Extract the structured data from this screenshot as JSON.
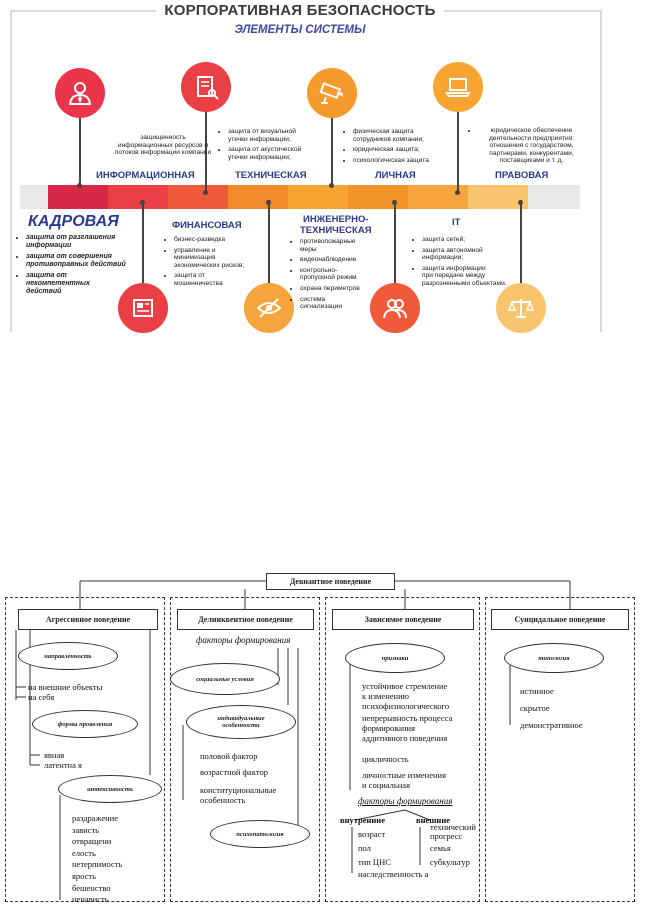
{
  "infographic": {
    "title": "КОРПОРАТИВНАЯ БЕЗОПАСНОСТЬ",
    "subtitle": "ЭЛЕМЕНТЫ СИСТЕМЫ",
    "band_colors": [
      "#e8e8e8",
      "#d7284a",
      "#ea3f45",
      "#ef5a3a",
      "#f28a2c",
      "#f7a531",
      "#f2932a",
      "#f5a53b",
      "#f8c56c",
      "#e8e8e8"
    ],
    "top_circles": [
      {
        "icon": "user-icon",
        "color": "#e8354a"
      },
      {
        "icon": "document-key-icon",
        "color": "#ea3f45"
      },
      {
        "icon": "camera-icon",
        "color": "#f59a2d"
      },
      {
        "icon": "laptop-icon",
        "color": "#f7a531"
      }
    ],
    "bottom_circles": [
      {
        "icon": "newspaper-icon",
        "color": "#ea3f45"
      },
      {
        "icon": "eye-crossed-icon",
        "color": "#f5a53b"
      },
      {
        "icon": "people-icon",
        "color": "#ef5a3a"
      },
      {
        "icon": "scales-icon",
        "color": "#f8c56c"
      }
    ],
    "categories": {
      "informational": "ИНФОРМАЦИОННАЯ",
      "technical": "ТЕХНИЧЕСКАЯ",
      "personal": "ЛИЧНАЯ",
      "legal": "ПРАВОВАЯ",
      "financial": "ФИНАНСОВАЯ",
      "engineering": "ИНЖЕНЕРНО-\nТЕХНИЧЕСКАЯ",
      "it": "IT",
      "personnel": "КАДРОВАЯ"
    },
    "notes": {
      "informational": "защищенность\nинформационных ресурсов и\nпотоков информации компании",
      "technical": [
        "защита от визуальной\nутечки информации;",
        "защита от акустической\nутечки информации;"
      ],
      "personal": [
        "физическая защита\nсотрудников компании;",
        "юридическая защита;",
        "психологическая защита"
      ],
      "legal": [
        "юридическое обеспечение\nдеятельности предприятия:\nотношения с государством,\nпартнерами, конкурентами,\nпоставщиками и т. д."
      ],
      "personnel": [
        "защита от разглашения\nинформации",
        "защита от совершения\nпротивоправных действий",
        "защита от\nнекомпетентных действий"
      ],
      "financial": [
        "бизнес-разведка",
        "управление и\nминимизация\nэкономических рисков;",
        "защита от\nмошенничества"
      ],
      "engineering": [
        "противопожарные\nмеры",
        "видеонаблюдение",
        "контрольно-\nпропускной режим",
        "охрана периметров",
        "система\nсигнализации"
      ],
      "it": [
        "защита сетей;",
        "защита автономной\nинформации;",
        "защита информации\nпри передаче между\nразрозненными объектами."
      ]
    }
  },
  "diagram": {
    "root": "Девиантное поведение",
    "columns": [
      {
        "title": "Агрессивное поведение",
        "groups": [
          {
            "label": "направленность",
            "items": [
              "на внешние объекты",
              "на себя"
            ]
          },
          {
            "label": "формы проявления",
            "items": [
              "явная",
              "латентна я"
            ]
          },
          {
            "label": "интенсивность",
            "items": [
              "раздражение",
              "зависть",
              "отвращени",
              " елость",
              "нетерпимость",
              "ярость",
              "бешенство",
              "ненависть"
            ]
          }
        ]
      },
      {
        "title": "Делинквентное поведение",
        "subtitle": "факторы формирования",
        "groups": [
          {
            "label": "социальные условия"
          },
          {
            "label": "индивидуальные\nособенности",
            "items": [
              "половой фактор",
              "возрастной фактор",
              "конституциональные\nособенность"
            ]
          },
          {
            "label": "психопатология"
          }
        ]
      },
      {
        "title": "Зависимое поведение",
        "groups": [
          {
            "label": "признаки",
            "items": [
              "устойчивое стремление\nк изменению\nпсихофизиологического",
              "непрерывность процесса\nформирования\nаддитивного поведения",
              "цикличность",
              "личностные изменения\nи социальная"
            ]
          }
        ],
        "factors_title": "факторы формирования",
        "internal_label": "внутрениие",
        "external_label": "внешние",
        "internal": [
          "возраст",
          "пол",
          "тип ЦНС",
          "наследственность а"
        ],
        "external": [
          "технический\nпрогресс",
          "семья",
          "субкультур"
        ]
      },
      {
        "title": "Суицидальное поведение",
        "groups": [
          {
            "label": "типология",
            "items": [
              "истинное",
              "скрытое",
              "демонстративное"
            ]
          }
        ]
      }
    ]
  }
}
